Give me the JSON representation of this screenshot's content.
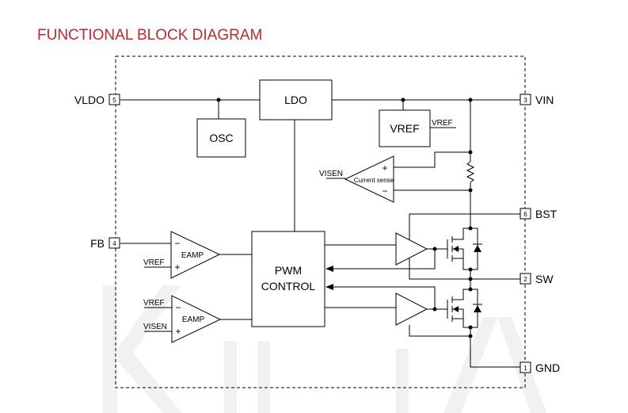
{
  "title": "FUNCTIONAL BLOCK DIAGRAM",
  "pins": {
    "vldo": {
      "name": "VLDO",
      "number": "5"
    },
    "vin": {
      "name": "VIN",
      "number": "3"
    },
    "bst": {
      "name": "BST",
      "number": "6"
    },
    "fb": {
      "name": "FB",
      "number": "4"
    },
    "sw": {
      "name": "SW",
      "number": "2"
    },
    "gnd": {
      "name": "GND",
      "number": "1"
    }
  },
  "blocks": {
    "ldo": "LDO",
    "osc": "OSC",
    "vref": "VREF",
    "pwm_line1": "PWM",
    "pwm_line2": "CONTROL",
    "current_sense": "Current sense",
    "eamp_top": "EAMP",
    "eamp_bottom": "EAMP"
  },
  "signals": {
    "vref_out": "VREF",
    "visen_cs": "VISEN",
    "vref_eamp1": "VREF",
    "vref_eamp2": "VREF",
    "visen_eamp2": "VISEN"
  },
  "symbols": {
    "minus": "−",
    "plus": "+"
  }
}
